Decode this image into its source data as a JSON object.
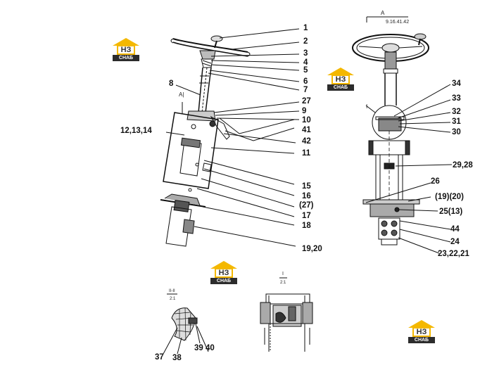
{
  "labels": {
    "l1": "1",
    "l2": "2",
    "l3": "3",
    "l4": "4",
    "l5": "5",
    "l6": "6",
    "l7": "7",
    "l8": "8",
    "l27a": "27",
    "l9": "9",
    "l10": "10",
    "l41": "41",
    "l42": "42",
    "l11": "11",
    "l121314": "12,13,14",
    "l15": "15",
    "l16": "16",
    "l27b": "(27)",
    "l17": "17",
    "l18": "18",
    "l1920": "19,20",
    "l34": "34",
    "l33": "33",
    "l32": "32",
    "l31": "31",
    "l30": "30",
    "l2928": "29,28",
    "l26": "26",
    "l1920b": "(19)(20)",
    "l2513": "25(13)",
    "l44": "44",
    "l24": "24",
    "l232221": "23,22,21",
    "l37": "37",
    "l38": "38",
    "l3940": "39 40"
  },
  "small_text": {
    "view_a": "A",
    "view_a_code": "9.16.41.42",
    "view_a_arrow": "A|",
    "section_i": "I",
    "section_i_scale": "2:1",
    "callout_i": "I",
    "section_ii": "II-II",
    "section_ii_scale": "2:1"
  },
  "logo": {
    "mark": "НЗ",
    "caption": "СНАБ",
    "color": "#f4b800"
  }
}
